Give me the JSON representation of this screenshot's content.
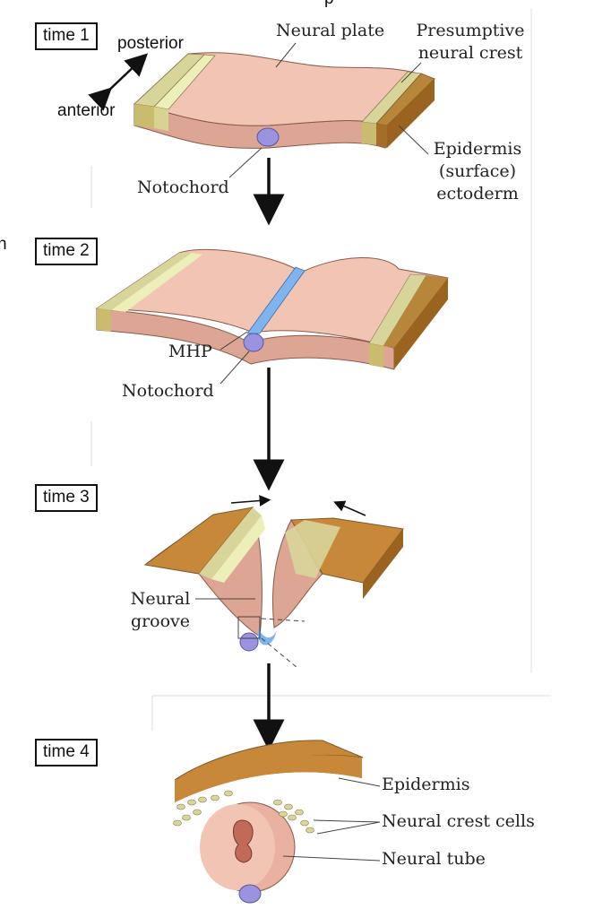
{
  "stages": [
    {
      "label": "time 1"
    },
    {
      "label": "time 2"
    },
    {
      "label": "time 3"
    },
    {
      "label": "time 4"
    }
  ],
  "axis": {
    "posterior": "posterior",
    "anterior": "anterior"
  },
  "labels": {
    "neural_plate": "Neural plate",
    "presumptive_1": "Presumptive",
    "presumptive_2": "neural crest",
    "epidermis_1": "Epidermis",
    "epidermis_2": "(surface)",
    "epidermis_3": "ectoderm",
    "notochord_1": "Notochord",
    "mhp": "MHP",
    "notochord_2": "Notochord",
    "neural_groove_1": "Neural",
    "neural_groove_2": "groove",
    "epidermis_t4": "Epidermis",
    "neural_crest_cells": "Neural crest cells",
    "neural_tube": "Neural tube",
    "cut_p": "p",
    "cut_n": "n"
  },
  "colors": {
    "neural_plate": "#f0c3b2",
    "neural_plate_dark": "#d99a88",
    "neural_crest": "#d8d59a",
    "epidermis": "#c8883a",
    "epidermis_top": "#d6a45a",
    "mhp": "#7fb4ee",
    "notochord": "#9a93e0"
  }
}
